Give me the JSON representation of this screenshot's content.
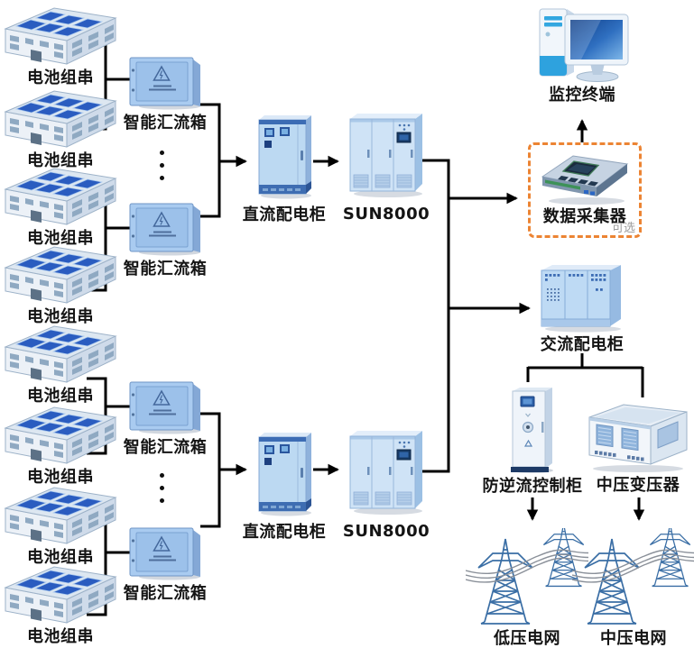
{
  "diagram": {
    "buildings": [
      {
        "label": "电池组串"
      },
      {
        "label": "电池组串"
      },
      {
        "label": "电池组串"
      },
      {
        "label": "电池组串"
      },
      {
        "label": "电池组串"
      },
      {
        "label": "电池组串"
      },
      {
        "label": "电池组串"
      },
      {
        "label": "电池组串"
      }
    ],
    "combiners": [
      {
        "label": "智能汇流箱"
      },
      {
        "label": "智能汇流箱"
      },
      {
        "label": "智能汇流箱"
      },
      {
        "label": "智能汇流箱"
      }
    ],
    "dc_cabinets": [
      {
        "label": "直流配电柜"
      },
      {
        "label": "直流配电柜"
      }
    ],
    "inverters": [
      {
        "label": "SUN8000"
      },
      {
        "label": "SUN8000"
      }
    ],
    "monitor_terminal": {
      "label": "监控终端"
    },
    "data_collector": {
      "label": "数据采集器",
      "optional_tag": "可选"
    },
    "ac_cabinet": {
      "label": "交流配电柜"
    },
    "anti_backflow_cabinet": {
      "label": "防逆流控制柜"
    },
    "mv_transformer": {
      "label": "中压变压器"
    },
    "grids": [
      {
        "label": "低压电网"
      },
      {
        "label": "中压电网"
      }
    ],
    "colors": {
      "connector_line": "#000000",
      "optional_border": "#ec8433",
      "optional_text": "#9b9b9b",
      "cabinet_light_blue": "#bedaf4",
      "cabinet_dark_blue": "#3c6cb4",
      "solar_panel_blue": "#2a5cc0",
      "tower_steel_blue": "#3a6ea5"
    }
  }
}
